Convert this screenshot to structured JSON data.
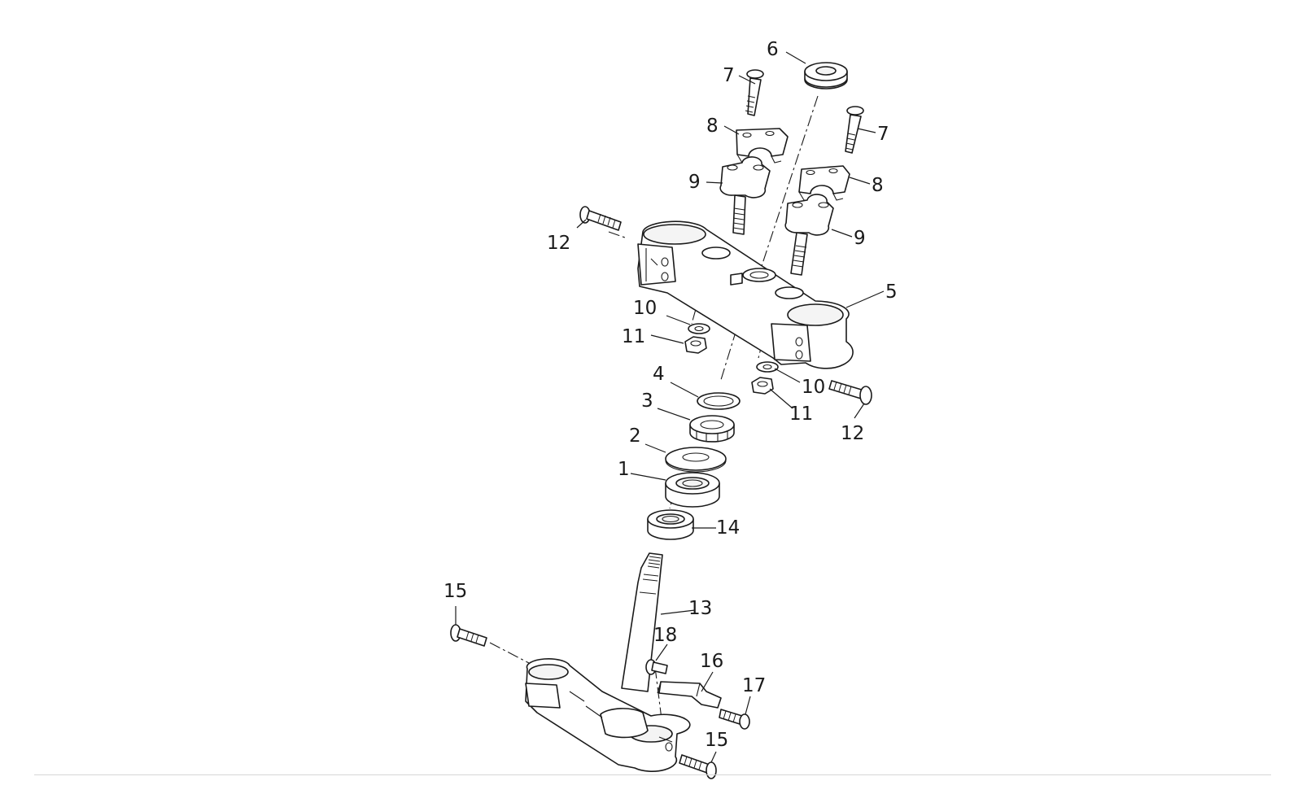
{
  "callouts": [
    "1",
    "2",
    "3",
    "4",
    "5",
    "6",
    "7",
    "7",
    "8",
    "8",
    "9",
    "9",
    "10",
    "10",
    "11",
    "11",
    "12",
    "12",
    "13",
    "14",
    "15",
    "15",
    "16",
    "17",
    "18"
  ],
  "colors": {
    "line": "#1a1a1a",
    "background": "#ffffff",
    "rule": "#d6d6d6"
  }
}
